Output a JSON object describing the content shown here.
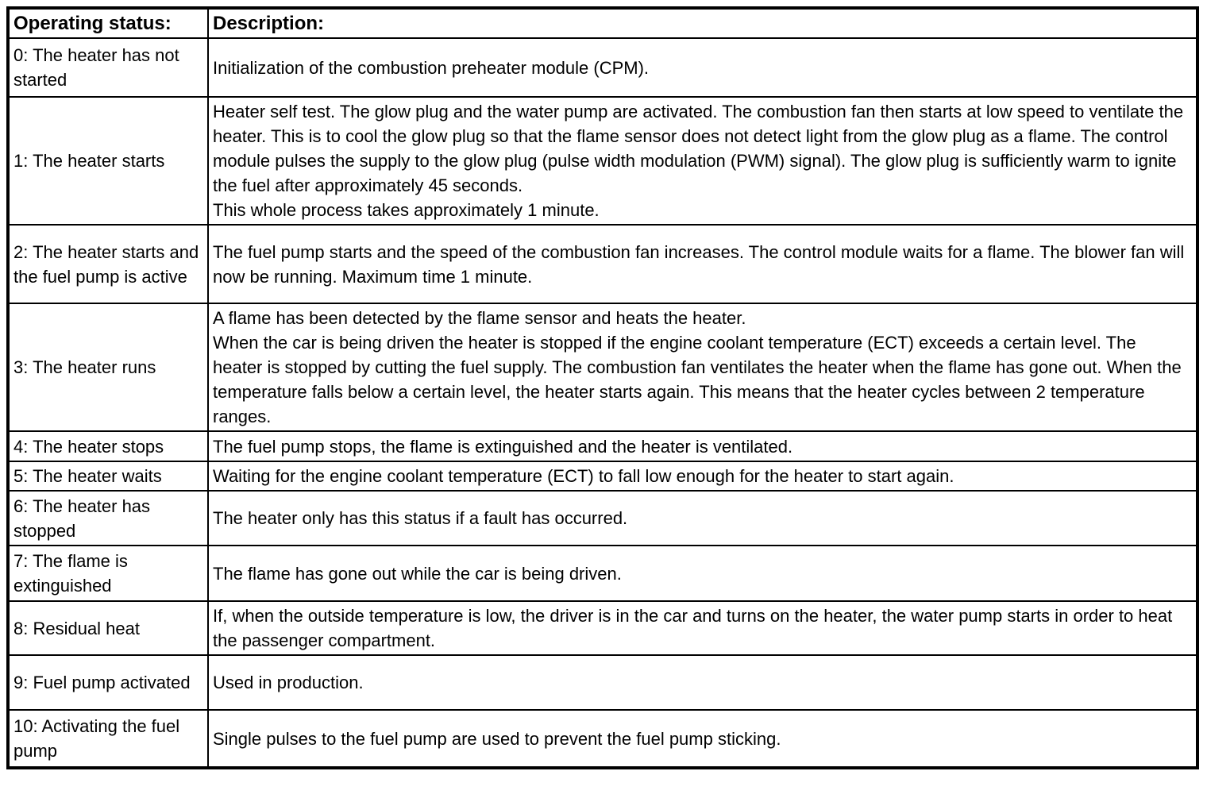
{
  "page": {
    "background_color": "#ffffff",
    "border_color": "#000000",
    "text_color": "#000000"
  },
  "table": {
    "columns": [
      {
        "key": "status",
        "label": "Operating status:"
      },
      {
        "key": "description",
        "label": "Description:"
      }
    ],
    "rows": [
      {
        "status": "0: The heater has not started",
        "description": "Initialization of the combustion preheater module (CPM)."
      },
      {
        "status": "1: The heater starts",
        "description": "Heater self test. The glow plug and the water pump are activated. The combustion fan then starts at low speed to ventilate the heater. This is to cool the glow plug so that the flame sensor does not detect light from the glow plug as a flame. The control module pulses the supply to the glow plug (pulse width modulation (PWM) signal). The glow plug is sufficiently warm to ignite the fuel after approximately 45 seconds.\nThis whole process takes approximately 1 minute."
      },
      {
        "status": "2: The heater starts and the fuel pump is active",
        "description": "The fuel pump starts and the speed of the combustion fan increases. The control module waits for a flame. The blower fan will now be running. Maximum time 1 minute."
      },
      {
        "status": "3: The heater runs",
        "description": "A flame has been detected by the flame sensor and heats the heater.\nWhen the car is being driven the heater is stopped if the engine coolant temperature (ECT) exceeds a certain level. The heater is stopped by cutting the fuel supply. The combustion fan ventilates the heater when the flame has gone out. When the temperature falls below a certain level, the heater starts again. This means that the heater cycles between 2 temperature ranges."
      },
      {
        "status": "4: The heater stops",
        "description": "The fuel pump stops, the flame is extinguished and the heater is ventilated."
      },
      {
        "status": "5: The heater waits",
        "description": "Waiting for the engine coolant temperature (ECT) to fall low enough for the heater to start again."
      },
      {
        "status": "6: The heater has stopped",
        "description": "The heater only has this status if a fault has occurred."
      },
      {
        "status": "7: The flame is extinguished",
        "description": "The flame has gone out while the car is being driven."
      },
      {
        "status": "8: Residual heat",
        "description": "If, when the outside temperature is low, the driver is in the car and turns on the heater, the water pump starts in order to heat the passenger compartment."
      },
      {
        "status": "9: Fuel pump activated",
        "description": "Used in production."
      },
      {
        "status": "10: Activating the fuel pump",
        "description": "Single pulses to the fuel pump are used to prevent the fuel pump sticking."
      }
    ]
  }
}
